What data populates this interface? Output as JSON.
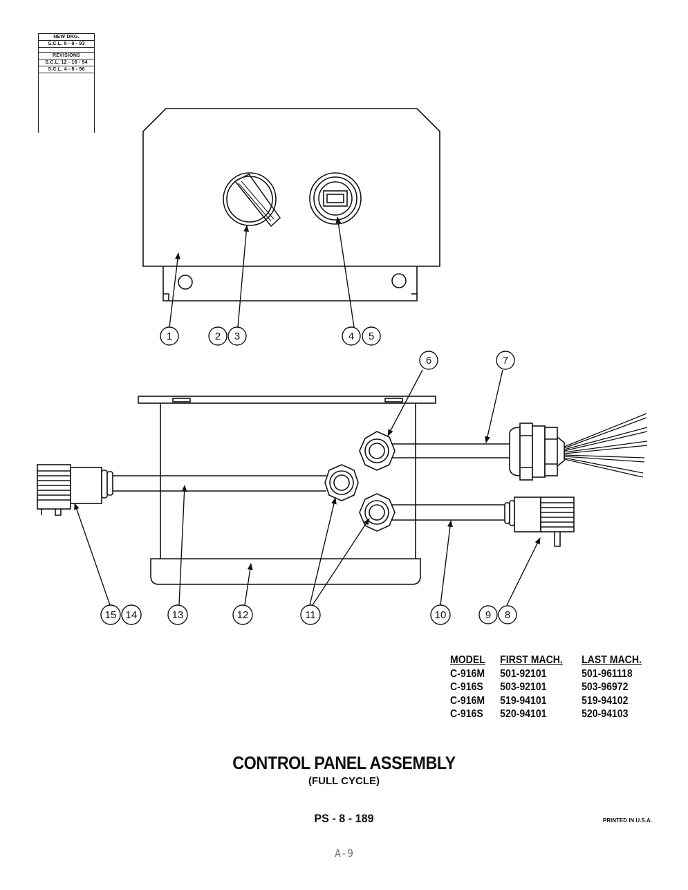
{
  "revision_block": {
    "new_drawing_label": "NEW DRG.",
    "new_drawing_date": "S.C.L. 8 - 9 - 93",
    "revisions_label": "REVISIONS",
    "revision_1": "S.C.L. 12 - 16 - 94",
    "revision_2": "S.C.L. 4 - 8 - 96"
  },
  "callouts": [
    "1",
    "2",
    "3",
    "4",
    "5",
    "6",
    "7",
    "8",
    "9",
    "10",
    "11",
    "12",
    "13",
    "14",
    "15"
  ],
  "model_table": {
    "headers": [
      "MODEL",
      "FIRST MACH.",
      "LAST MACH."
    ],
    "rows": [
      [
        "C-916M",
        "501-92101",
        "501-961118"
      ],
      [
        "C-916S",
        "503-92101",
        "503-96972"
      ],
      [
        "C-916M",
        "519-94101",
        "519-94102"
      ],
      [
        "C-916S",
        "520-94101",
        "520-94103"
      ]
    ]
  },
  "title": "CONTROL PANEL ASSEMBLY",
  "subtitle": "(FULL CYCLE)",
  "page_number": "PS - 8 - 189",
  "printed_note": "PRINTED IN U.S.A.",
  "footer_page": "A-9"
}
